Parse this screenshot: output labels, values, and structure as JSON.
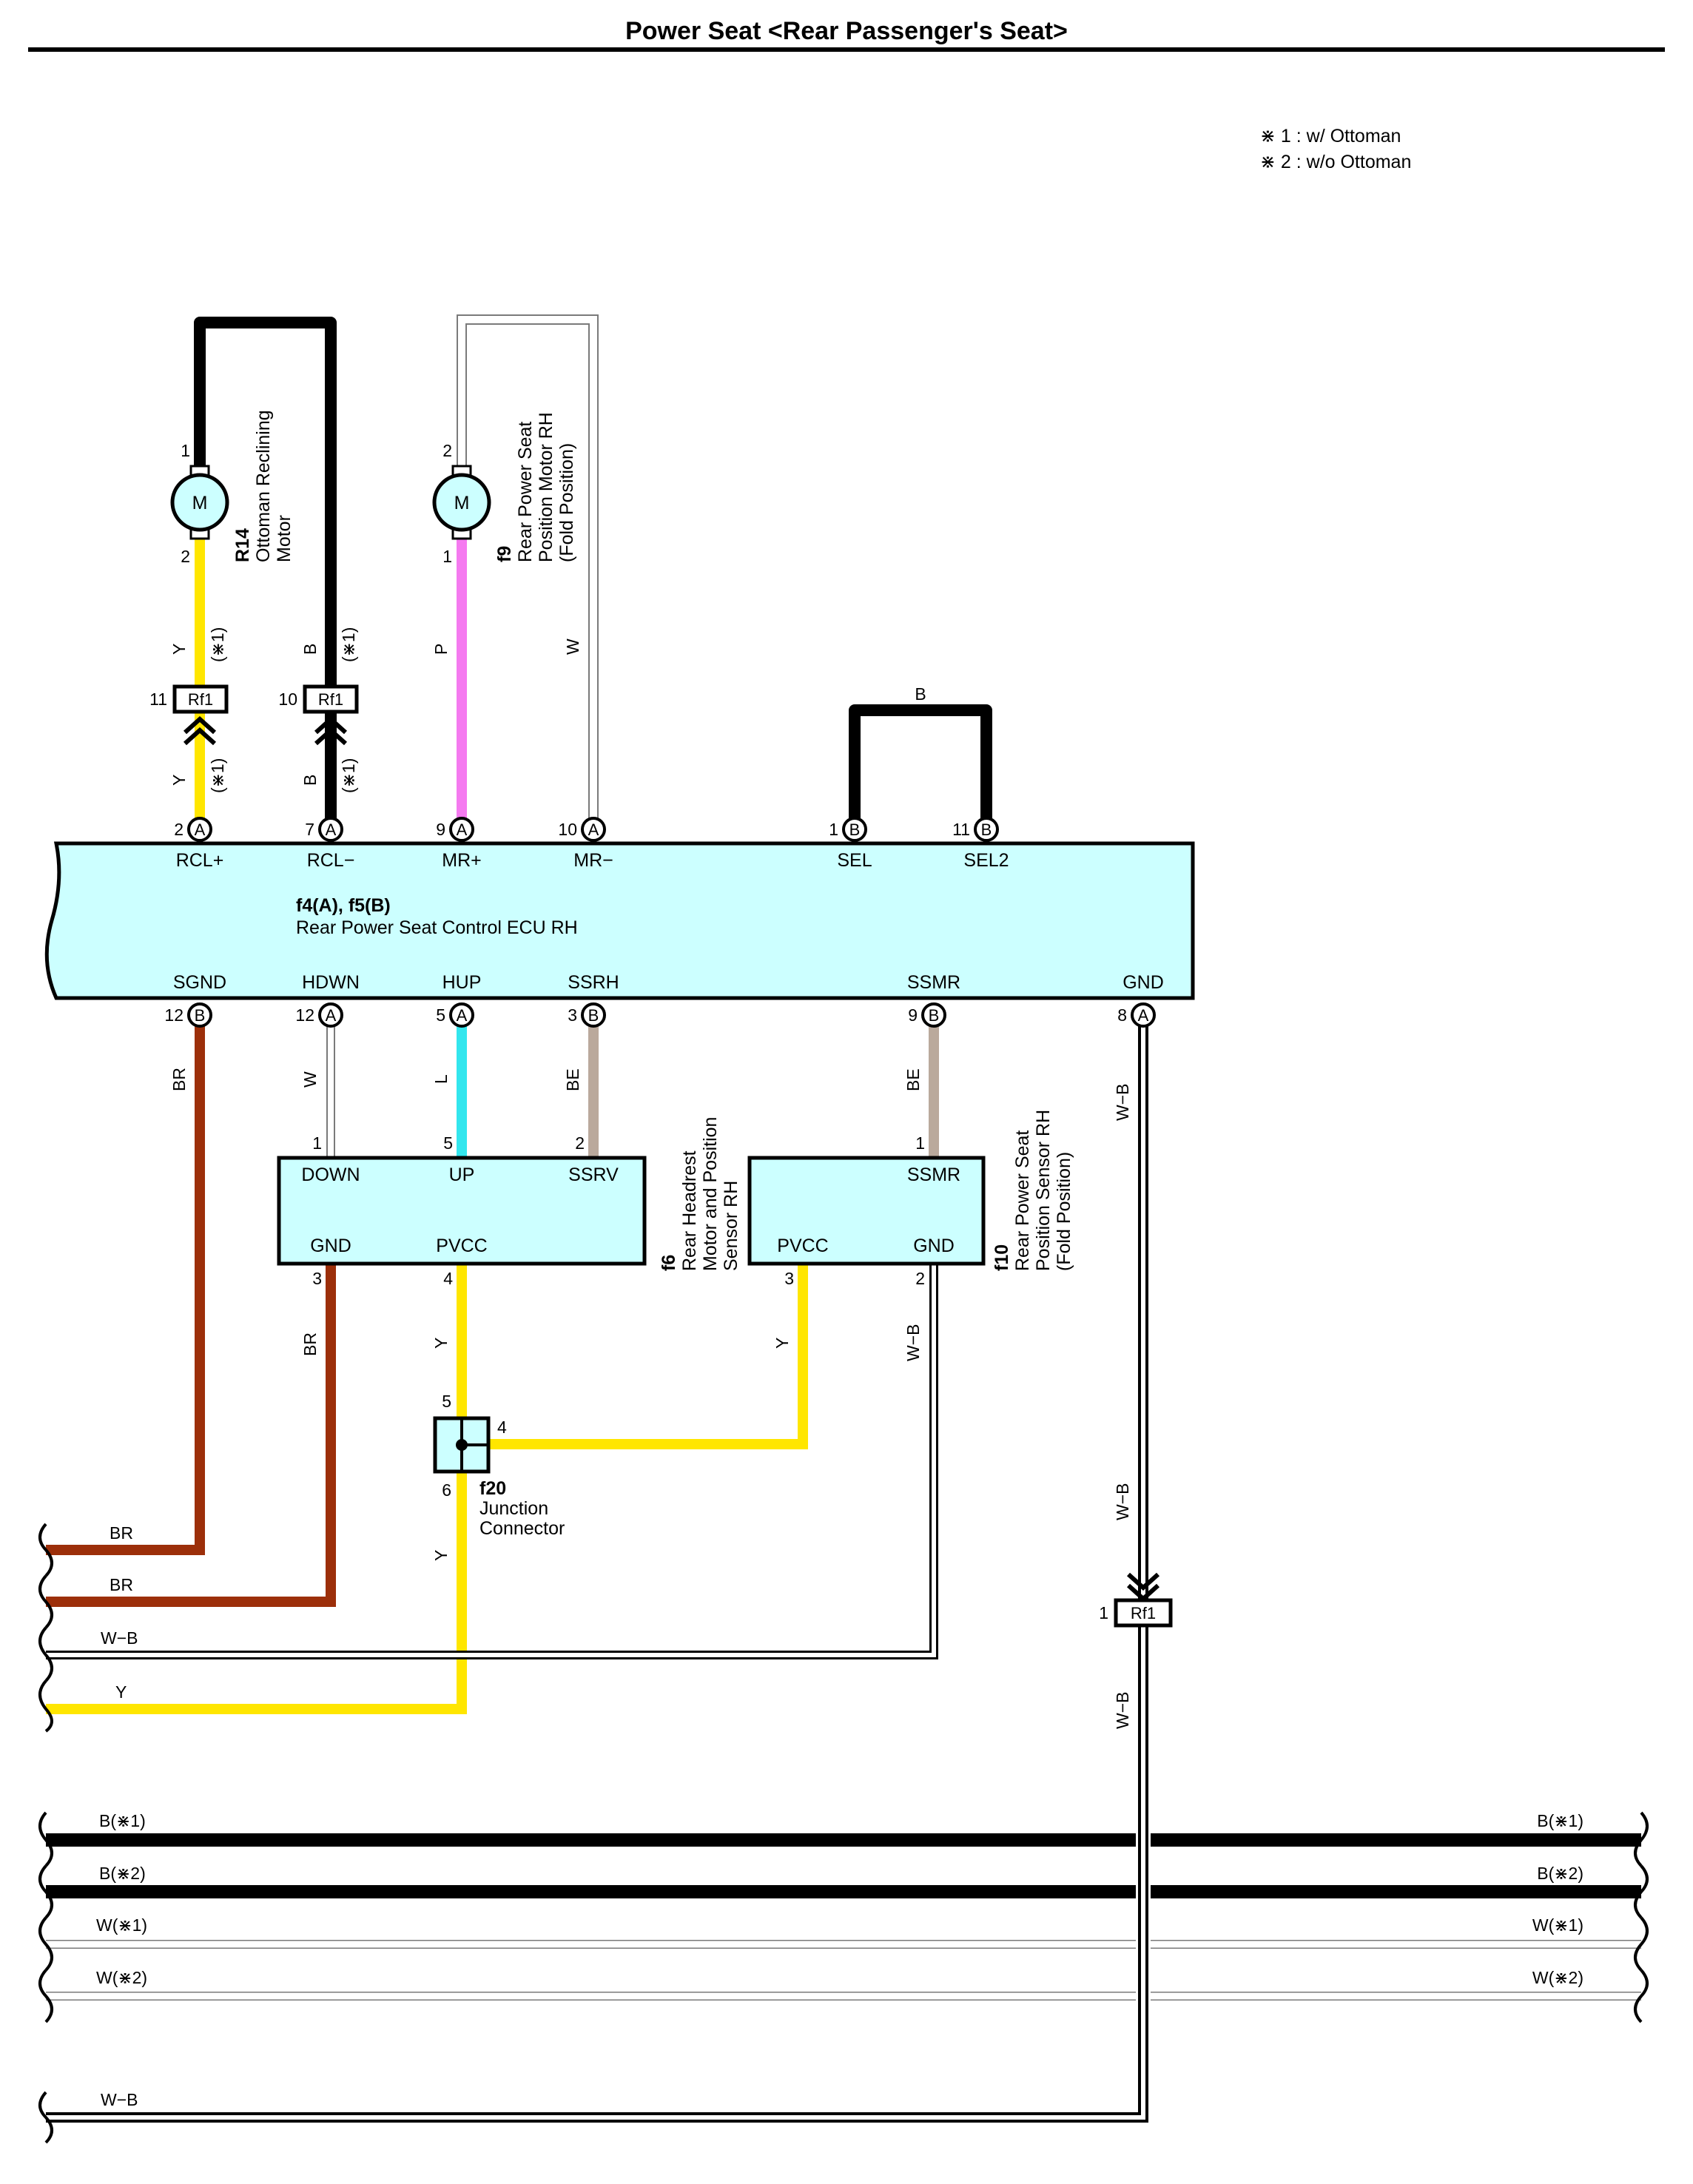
{
  "title": "Power Seat <Rear Passenger's Seat>",
  "notes": [
    "⋇ 1 : w/ Ottoman",
    "⋇ 2 : w/o Ottoman"
  ],
  "colors": {
    "Y": "#ffe600",
    "B": "#000000",
    "P": "#f57af0",
    "W": "#ffffff",
    "BR": "#9c2f0a",
    "L": "#33e6ee",
    "BE": "#baa99c",
    "WB": "#ffffff",
    "component_fill": "#ccffff"
  },
  "ecu": {
    "code": "f4(A), f5(B)",
    "name": "Rear Power Seat Control ECU RH",
    "top_pins": [
      {
        "num": "2",
        "conn": "A",
        "label": "RCL+"
      },
      {
        "num": "7",
        "conn": "A",
        "label": "RCL−"
      },
      {
        "num": "9",
        "conn": "A",
        "label": "MR+"
      },
      {
        "num": "10",
        "conn": "A",
        "label": "MR−"
      },
      {
        "num": "1",
        "conn": "B",
        "label": "SEL"
      },
      {
        "num": "11",
        "conn": "B",
        "label": "SEL2"
      }
    ],
    "bottom_pins": [
      {
        "num": "12",
        "conn": "B",
        "label": "SGND"
      },
      {
        "num": "12",
        "conn": "A",
        "label": "HDWN"
      },
      {
        "num": "5",
        "conn": "A",
        "label": "HUP"
      },
      {
        "num": "3",
        "conn": "B",
        "label": "SSRH"
      },
      {
        "num": "9",
        "conn": "B",
        "label": "SSMR"
      },
      {
        "num": "8",
        "conn": "A",
        "label": "GND"
      }
    ]
  },
  "motor_r14": {
    "code": "R14",
    "name_lines": [
      "Ottoman Reclining",
      "Motor"
    ],
    "symbol": "M",
    "pins": [
      "1",
      "2"
    ]
  },
  "motor_f9": {
    "code": "f9",
    "name_lines": [
      "Rear Power Seat",
      "Position Motor RH",
      "(Fold Position)"
    ],
    "symbol": "M",
    "pins": [
      "2",
      "1"
    ]
  },
  "sensor_f6": {
    "code": "f6",
    "name_lines": [
      "Rear Headrest",
      "Motor and Position",
      "Sensor RH"
    ],
    "top_labels": [
      "DOWN",
      "UP",
      "SSRV"
    ],
    "top_pins": [
      "1",
      "5",
      "2"
    ],
    "bottom_labels": [
      "GND",
      "PVCC"
    ],
    "bottom_pins": [
      "3",
      "4"
    ]
  },
  "sensor_f10": {
    "code": "f10",
    "name_lines": [
      "Rear Power Seat",
      "Position Sensor RH",
      "(Fold Position)"
    ],
    "top_labels": [
      "SSMR"
    ],
    "top_pins": [
      "1"
    ],
    "bottom_labels": [
      "PVCC",
      "GND"
    ],
    "bottom_pins": [
      "3",
      "2"
    ]
  },
  "junction_f20": {
    "code": "f20",
    "name_lines": [
      "Junction",
      "Connector"
    ],
    "pins": [
      "5",
      "4",
      "6"
    ]
  },
  "rf1": {
    "label": "Rf1",
    "pins": [
      "11",
      "10",
      "1"
    ]
  },
  "wire_labels": {
    "y": "Y",
    "b": "B",
    "p": "P",
    "w": "W",
    "br": "BR",
    "l": "L",
    "be": "BE",
    "wb": "W−B",
    "note1": "(⋇1)",
    "sel_jumper": "B"
  },
  "bus_left": [
    "BR",
    "BR",
    "W−B",
    "Y"
  ],
  "bus_main": [
    "B(⋇1)",
    "B(⋇2)",
    "W(⋇1)",
    "W(⋇2)"
  ],
  "bus_bottom": "W−B"
}
